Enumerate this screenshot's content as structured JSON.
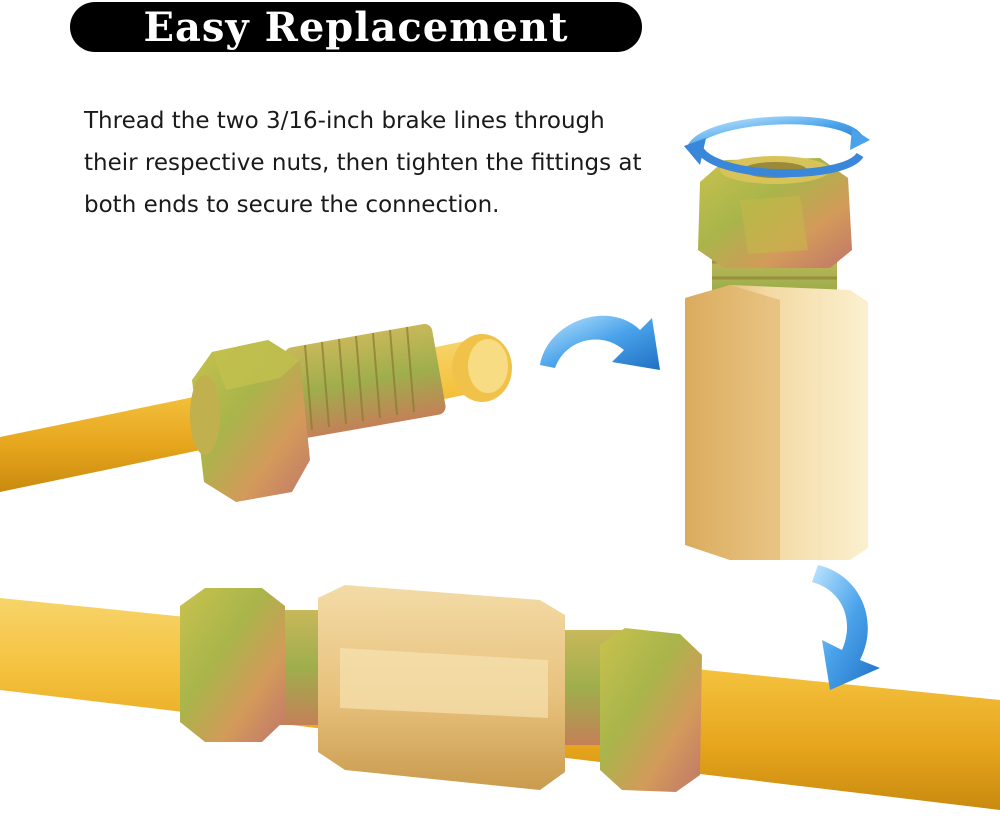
{
  "title": "Easy Replacement",
  "description_lines": [
    "Thread the two 3/16-inch brake lines through",
    "their respective nuts, then tighten the fittings at",
    "both ends to secure the connection."
  ],
  "colors": {
    "brake_line": "#f0b42a",
    "union_brass": "#e6c282",
    "nut_zinc": "#b9b34a",
    "arrow_blue": "#3a86d8"
  },
  "icons": [
    "rotate-arrows-icon",
    "curved-arrow-right-icon",
    "curved-arrow-down-icon"
  ]
}
